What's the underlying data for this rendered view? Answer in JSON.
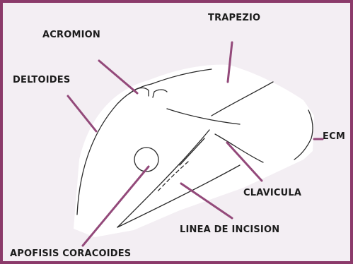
{
  "colors": {
    "frame": "#8b3a6a",
    "background": "#f3eef3",
    "leader": "#93497a",
    "outline": "#2a2a2a"
  },
  "labels": {
    "trapezio": "TRAPEZIO",
    "acromion": "ACROMION",
    "deltoides": "DELTOIDES",
    "ecm": "ECM",
    "clavicula": "CLAVICULA",
    "linea_de_incision": "LINEA DE INCISION",
    "apofisis_coracoides": "APOFISIS CORACOIDES"
  }
}
